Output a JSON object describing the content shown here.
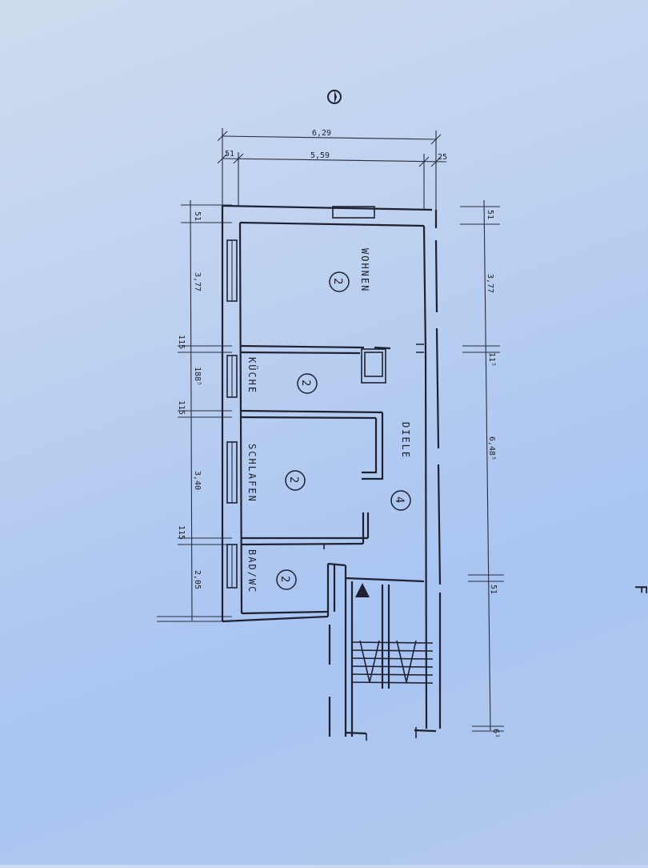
{
  "compass": {
    "symbol": "north-arrow-icon"
  },
  "dims_top": {
    "total": "6,29",
    "left": "51",
    "middle": "5,59",
    "right": "25"
  },
  "dims_left": [
    "51",
    "3,77",
    "115",
    "188⁵",
    "115",
    "3,40",
    "115",
    "2,05"
  ],
  "dims_right": [
    "51",
    "3,77",
    "11⁵",
    "6,48⁵",
    "51",
    "6¹"
  ],
  "rooms": [
    {
      "name": "WOHNEN",
      "number": "2"
    },
    {
      "name": "KÜCHE",
      "number": "2"
    },
    {
      "name": "SCHLAFEN",
      "number": "2"
    },
    {
      "name": "BAD/WC",
      "number": "2"
    },
    {
      "name": "DIELE",
      "number": "4"
    }
  ],
  "margin_mark": "F"
}
